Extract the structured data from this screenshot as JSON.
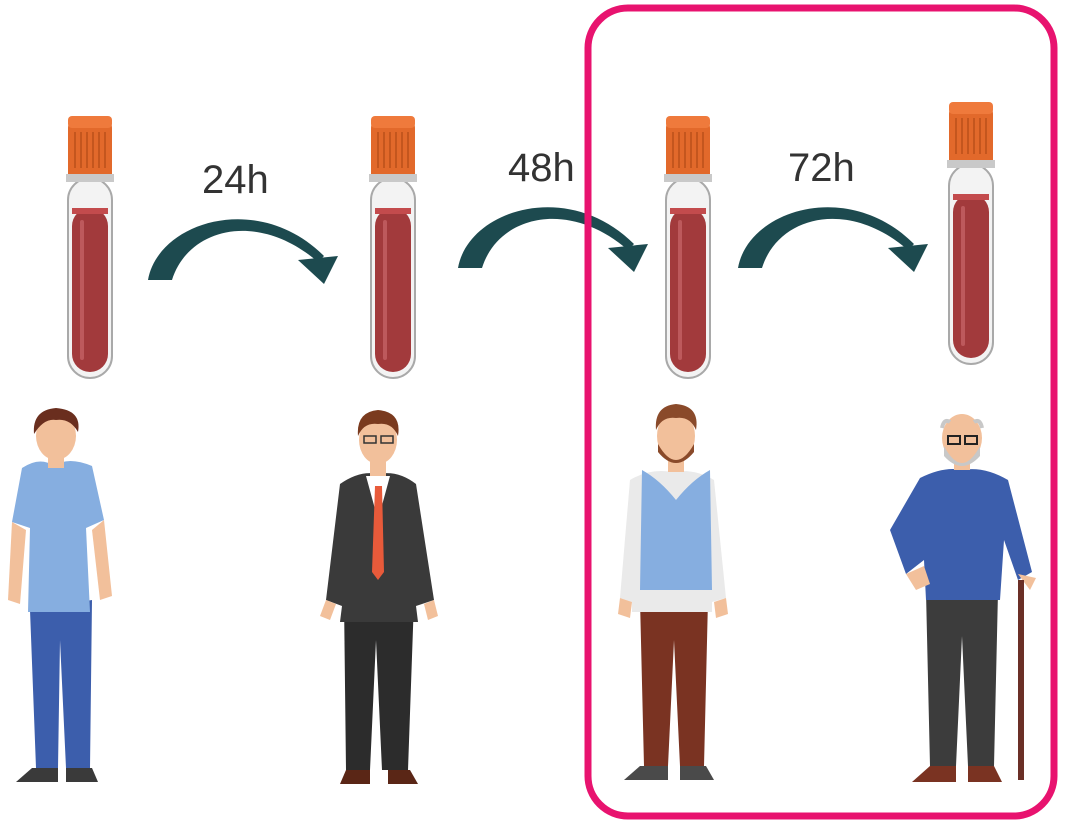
{
  "labels": {
    "t24": "24h",
    "t48": "48h",
    "t72": "72h"
  },
  "colors": {
    "highlight_border": "#e8136f",
    "arrow": "#1d4a4f",
    "blood": "#a23a3c",
    "tube_cap": "#e2692b"
  },
  "icons": {
    "tube": "blood-sample-tube-icon",
    "arrow": "curved-arrow-icon",
    "person_1": "young-man-casual-icon",
    "person_2": "man-in-suit-icon",
    "person_3": "bearded-man-in-vest-icon",
    "person_4": "elderly-man-with-cane-icon"
  }
}
